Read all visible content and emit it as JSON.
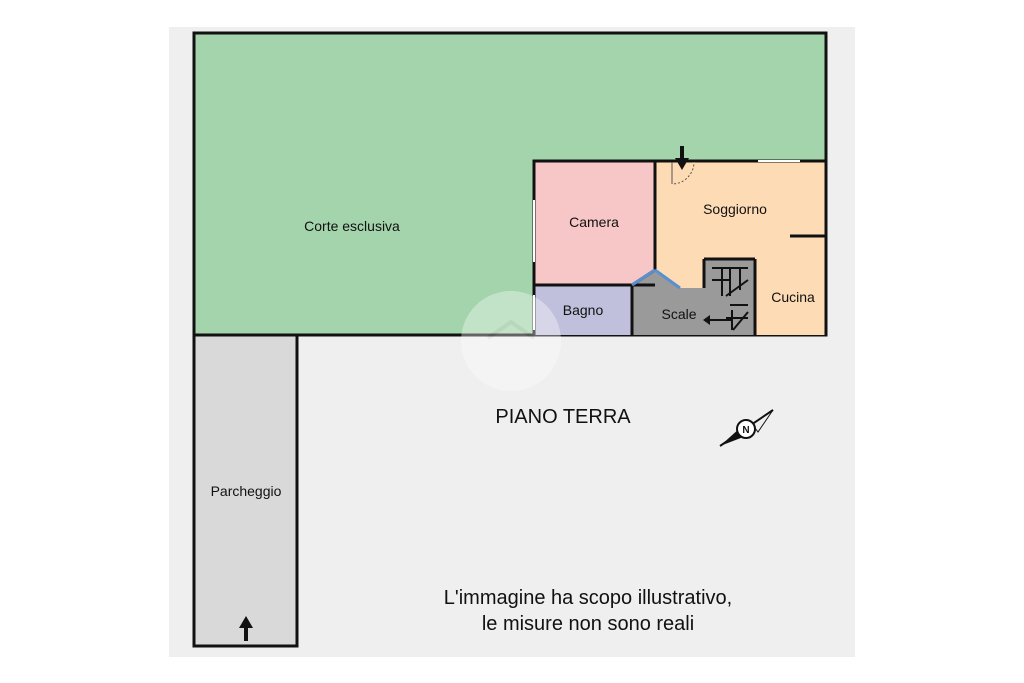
{
  "plan": {
    "title": "PIANO TERRA",
    "disclaimer_line1": "L'immagine ha scopo illustrativo,",
    "disclaimer_line2": "le misure non sono reali",
    "compass_letter": "N"
  },
  "rooms": {
    "corte": "Corte esclusiva",
    "camera": "Camera",
    "soggiorno": "Soggiorno",
    "bagno": "Bagno",
    "scale": "Scale",
    "cucina": "Cucina",
    "parcheggio": "Parcheggio"
  },
  "colors": {
    "background": "#efefef",
    "garden": "#a4d4ac",
    "camera": "#f7c6c6",
    "living": "#fddcb5",
    "bagno": "#c0c0dc",
    "stairs": "#9a9a9a",
    "parking": "#d9d9d9",
    "wall": "#111111"
  }
}
